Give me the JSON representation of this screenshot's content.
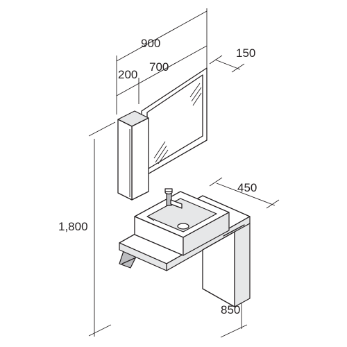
{
  "dimensions": {
    "total_width": "900",
    "cabinet_width": "200",
    "mirror_width": "700",
    "mirror_depth": "150",
    "counter_depth": "450",
    "total_height": "1,800",
    "counter_height": "850"
  },
  "colors": {
    "line": "#231f20",
    "panel_fill": "#e6e7e8",
    "background": "#ffffff"
  }
}
